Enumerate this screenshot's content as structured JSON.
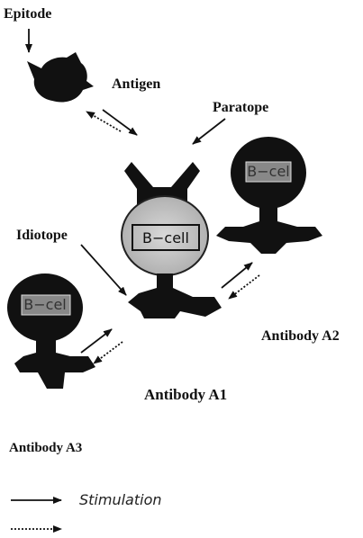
{
  "labels": {
    "epitode": "Epitode",
    "antigen": "Antigen",
    "paratope": "Paratope",
    "idiotope": "Idiotope",
    "antibody_a1": "Antibody A1",
    "antibody_a2": "Antibody A2",
    "antibody_a3": "Antibody A3"
  },
  "cells": {
    "center": "B−cell",
    "right": "B−cel",
    "left": "B−cel"
  },
  "legend": {
    "solid": "Stimulation"
  },
  "colors": {
    "ink": "#111111",
    "cell_gray": "#bdbdbd"
  }
}
